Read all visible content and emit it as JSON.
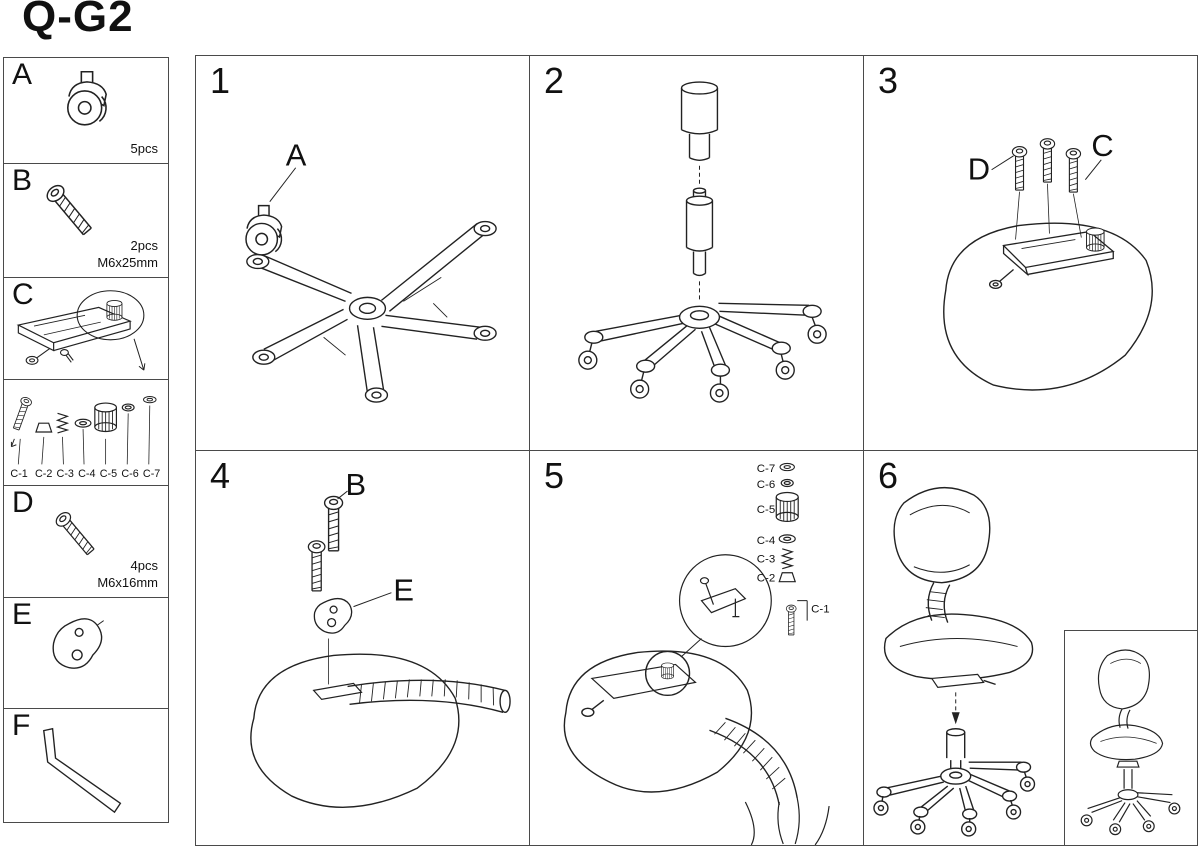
{
  "title": "Q-G2",
  "parts": [
    {
      "label": "A",
      "qty": "5pcs",
      "spec": ""
    },
    {
      "label": "B",
      "qty": "2pcs",
      "spec": "M6x25mm"
    },
    {
      "label": "C",
      "qty": "",
      "spec": ""
    },
    {
      "label": "D",
      "qty": "4pcs",
      "spec": "M6x16mm"
    },
    {
      "label": "E",
      "qty": "",
      "spec": ""
    },
    {
      "label": "F",
      "qty": "",
      "spec": ""
    }
  ],
  "c_subparts": [
    "C-1",
    "C-2",
    "C-3",
    "C-4",
    "C-5",
    "C-6",
    "C-7"
  ],
  "steps": [
    {
      "number": "1",
      "callouts": {
        "a": "A"
      }
    },
    {
      "number": "2",
      "callouts": {}
    },
    {
      "number": "3",
      "callouts": {
        "d": "D",
        "c": "C"
      }
    },
    {
      "number": "4",
      "callouts": {
        "b": "B",
        "e": "E"
      }
    },
    {
      "number": "5",
      "callouts": {
        "c7": "C-7",
        "c6": "C-6",
        "c5": "C-5",
        "c4": "C-4",
        "c3": "C-3",
        "c2": "C-2",
        "c1": "C-1"
      }
    },
    {
      "number": "6",
      "callouts": {}
    }
  ]
}
